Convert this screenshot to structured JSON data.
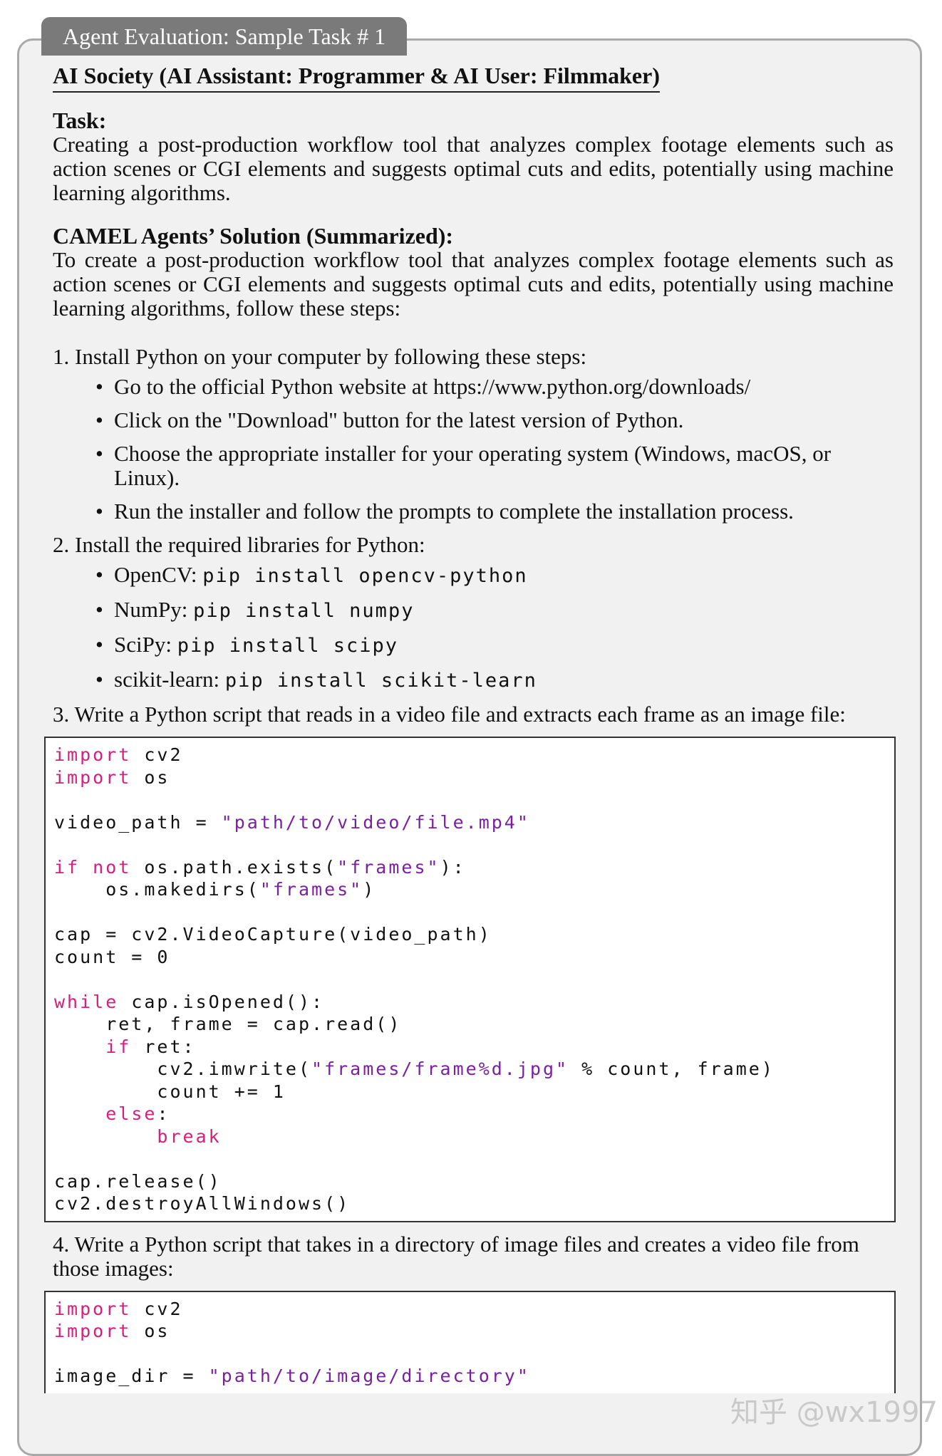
{
  "header": {
    "tab_label": "Agent Evaluation: Sample Task # 1"
  },
  "title": "AI Society (AI Assistant: Programmer & AI User: Filmmaker)",
  "task": {
    "label": "Task:",
    "text": "Creating a post-production workflow tool that analyzes complex footage elements such as action scenes or CGI elements and suggests optimal cuts and edits, potentially using machine learning algorithms."
  },
  "solution": {
    "label": "CAMEL Agents’ Solution (Summarized):",
    "text": "To create a post-production workflow tool that analyzes complex footage elements such as action scenes or CGI elements and suggests optimal cuts and edits, potentially using machine learning algorithms, follow these steps:"
  },
  "steps": [
    {
      "text": "1. Install Python on your computer by following these steps:",
      "bullets": [
        "Go to the official Python website at https://www.python.org/downloads/",
        "Click on the \"Download\" button for the latest version of Python.",
        "Choose the appropriate installer for your operating system (Windows, macOS, or Linux).",
        "Run the installer and follow the prompts to complete the installation process."
      ]
    },
    {
      "text": "2. Install the required libraries for Python:",
      "libs": [
        {
          "name": "OpenCV:",
          "cmd": "pip install opencv-python"
        },
        {
          "name": "NumPy:",
          "cmd": "pip install numpy"
        },
        {
          "name": "SciPy:",
          "cmd": "pip install scipy"
        },
        {
          "name": "scikit-learn:",
          "cmd": "pip install scikit-learn"
        }
      ]
    },
    {
      "text": "3. Write a Python script that reads in a video file and extracts each frame as an image file:",
      "code": [
        [
          [
            "kw",
            "import"
          ],
          [
            "t",
            " cv2"
          ]
        ],
        [
          [
            "kw",
            "import"
          ],
          [
            "t",
            " os"
          ]
        ],
        [],
        [
          [
            "t",
            "video_path = "
          ],
          [
            "str",
            "\"path/to/video/file.mp4\""
          ]
        ],
        [],
        [
          [
            "kw",
            "if"
          ],
          [
            "t",
            " "
          ],
          [
            "kw",
            "not"
          ],
          [
            "t",
            " os.path.exists("
          ],
          [
            "str",
            "\"frames\""
          ],
          [
            "t",
            "):"
          ]
        ],
        [
          [
            "t",
            "    os.makedirs("
          ],
          [
            "str",
            "\"frames\""
          ],
          [
            "t",
            ")"
          ]
        ],
        [],
        [
          [
            "t",
            "cap = cv2.VideoCapture(video_path)"
          ]
        ],
        [
          [
            "t",
            "count = 0"
          ]
        ],
        [],
        [
          [
            "kw",
            "while"
          ],
          [
            "t",
            " cap.isOpened():"
          ]
        ],
        [
          [
            "t",
            "    ret, frame = cap.read()"
          ]
        ],
        [
          [
            "t",
            "    "
          ],
          [
            "kw",
            "if"
          ],
          [
            "t",
            " ret:"
          ]
        ],
        [
          [
            "t",
            "        cv2.imwrite("
          ],
          [
            "str",
            "\"frames/frame%d.jpg\""
          ],
          [
            "t",
            " % count, frame)"
          ]
        ],
        [
          [
            "t",
            "        count += 1"
          ]
        ],
        [
          [
            "t",
            "    "
          ],
          [
            "kw",
            "else"
          ],
          [
            "t",
            ":"
          ]
        ],
        [
          [
            "t",
            "        "
          ],
          [
            "kw",
            "break"
          ]
        ],
        [],
        [
          [
            "t",
            "cap.release()"
          ]
        ],
        [
          [
            "t",
            "cv2.destroyAllWindows()"
          ]
        ]
      ]
    },
    {
      "text": "4. Write a Python script that takes in a directory of image files and creates a video file from those images:",
      "code": [
        [
          [
            "kw",
            "import"
          ],
          [
            "t",
            " cv2"
          ]
        ],
        [
          [
            "kw",
            "import"
          ],
          [
            "t",
            " os"
          ]
        ],
        [],
        [
          [
            "t",
            "image_dir = "
          ],
          [
            "str",
            "\"path/to/image/directory\""
          ]
        ]
      ]
    }
  ],
  "watermark": "知乎 @wx1997",
  "colors": {
    "keyword": "#d4207a",
    "string": "#7a1fa2",
    "header_bg": "#7a7a7a",
    "card_bg": "#f1f1f1"
  }
}
